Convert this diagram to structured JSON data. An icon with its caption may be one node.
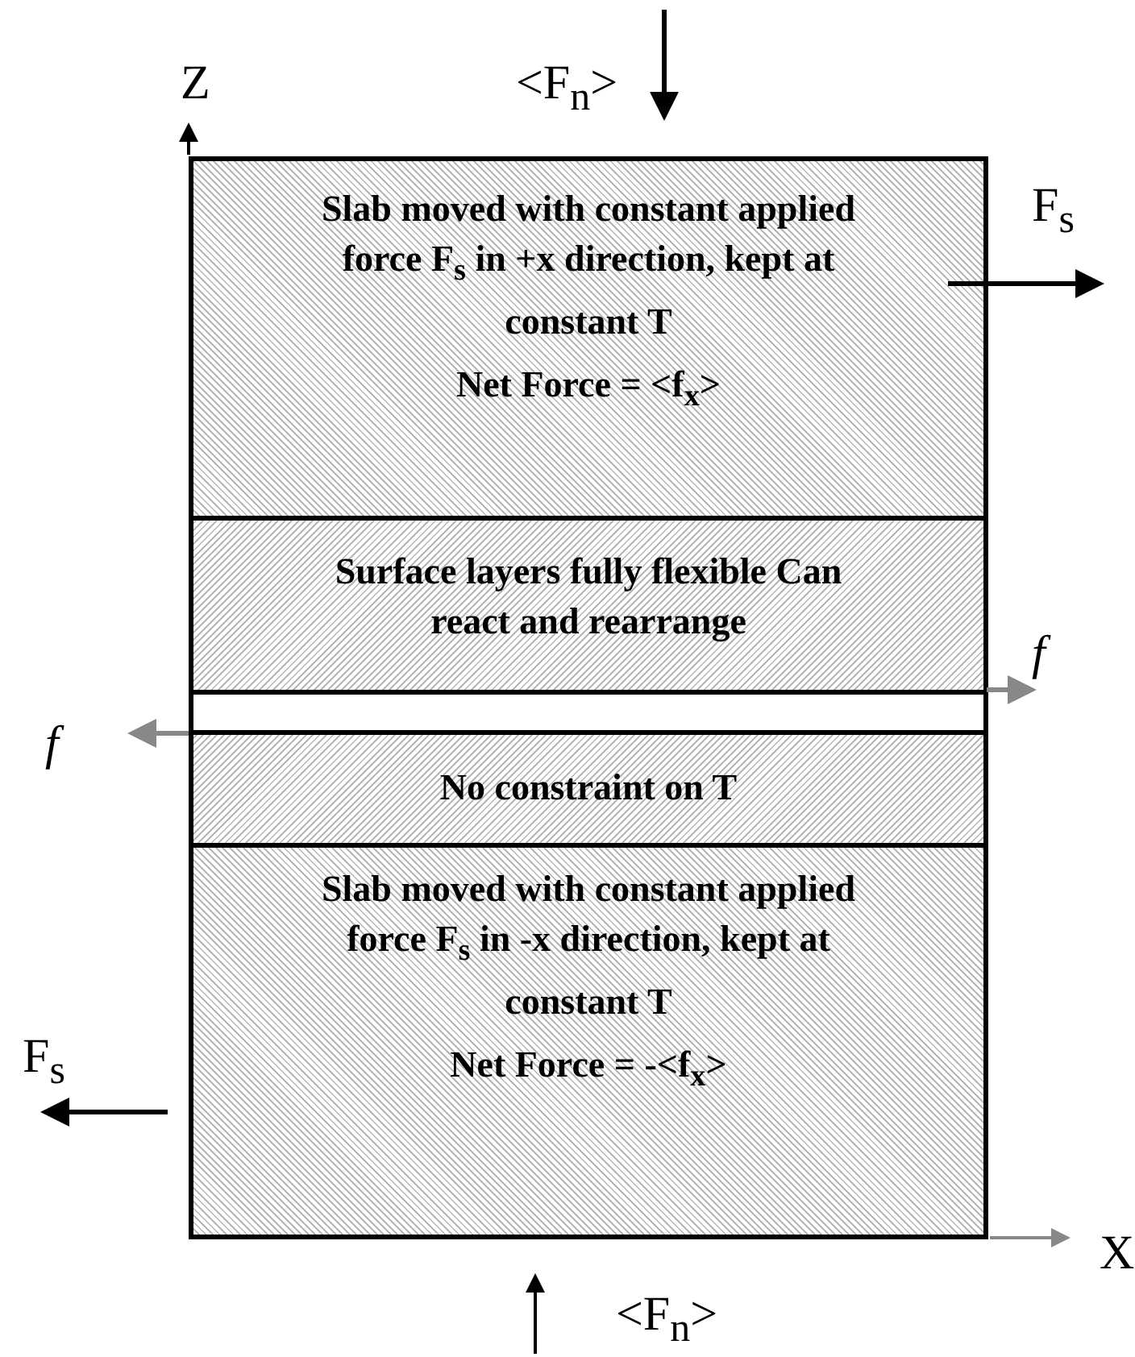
{
  "diagram": {
    "nodes": [
      {
        "text": [
          "Slab moved with constant applied force F$_{s}$ in +x direction, kept at constant T",
          "Net Force = <f$_{x}$>"
        ]
      },
      {
        "text": [
          "Surface layers fully flexible Can react and rearrange"
        ]
      },
      {
        "text": [],
        "shape": "box"
      },
      {
        "text": [
          "No constraint on T"
        ]
      },
      {
        "text": [
          "Slab moved with constant applied force F$_{s}$ in -x direction, kept at constant T",
          "Net Force = -<f$_{x}$>"
        ]
      }
    ],
    "edges": [],
    "labels": [
      "Z",
      "<F$_{n}$>",
      "F$_{s}$",
      "f",
      "f",
      "F$_{s}$",
      "X",
      "<F$_{n}$>"
    ]
  }
}
